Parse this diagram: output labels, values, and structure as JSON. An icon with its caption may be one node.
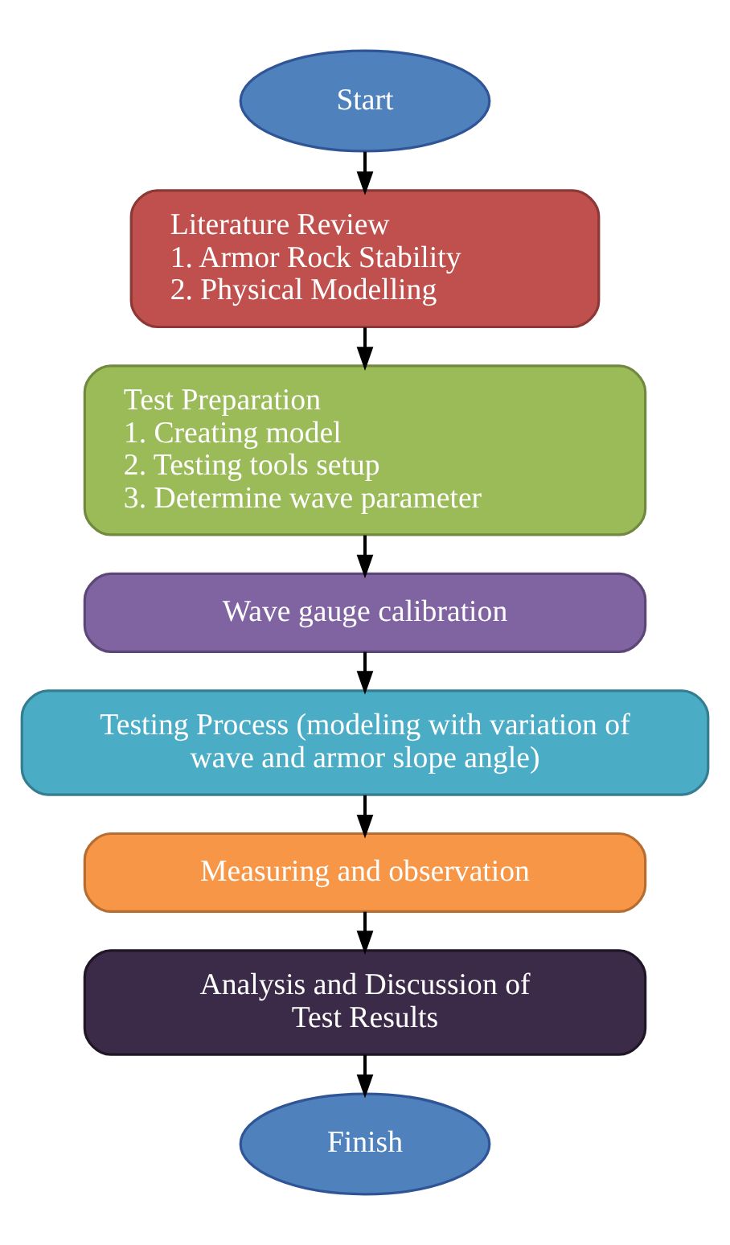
{
  "diagram": {
    "nodes": [
      {
        "text": [
          "Start"
        ]
      },
      {
        "text": [
          "Literature Review",
          "1. Armor Rock Stability",
          "2. Physical Modelling"
        ]
      },
      {
        "text": [
          "Test Preparation",
          "1. Creating model",
          "2. Testing tools setup",
          "3. Determine wave parameter"
        ]
      },
      {
        "text": [
          "Wave gauge calibration"
        ]
      },
      {
        "text": [
          "Testing Process (modeling with variation of wave and armor slope angle)"
        ]
      },
      {
        "text": [
          "Measuring and observation"
        ]
      },
      {
        "text": [
          "Analysis and Discussion of Test Results"
        ]
      },
      {
        "text": [
          "Finish"
        ]
      }
    ],
    "edges": [
      {
        "from": 0,
        "to": 1,
        "arrow": "to"
      },
      {
        "from": 1,
        "to": 2,
        "arrow": "to"
      },
      {
        "from": 2,
        "to": 3,
        "arrow": "to"
      },
      {
        "from": 3,
        "to": 4,
        "arrow": "to"
      },
      {
        "from": 4,
        "to": 5,
        "arrow": "to"
      },
      {
        "from": 5,
        "to": 6,
        "arrow": "to"
      },
      {
        "from": 6,
        "to": 7,
        "arrow": "to"
      }
    ]
  }
}
